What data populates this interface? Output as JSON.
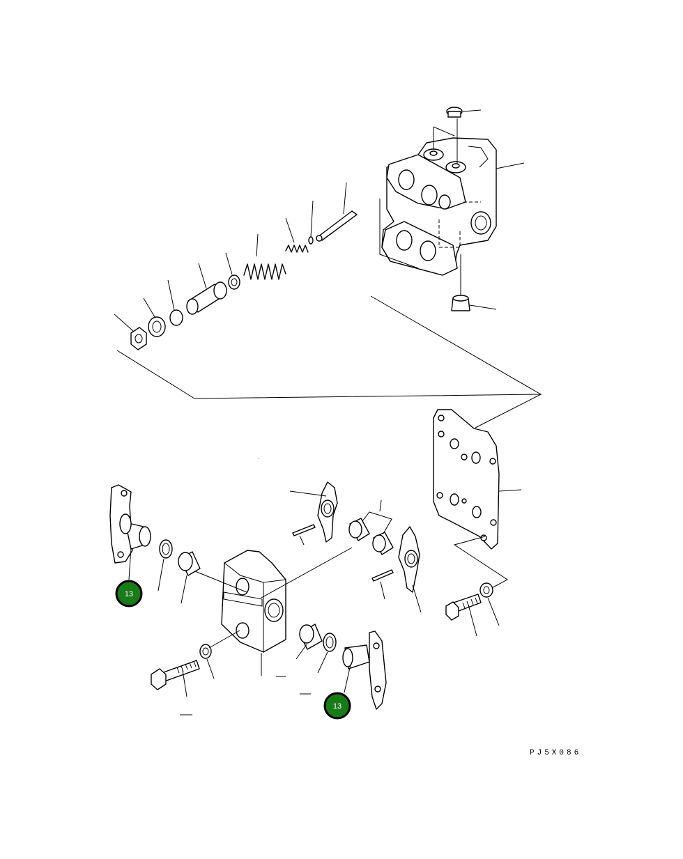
{
  "callouts": [
    {
      "label": "13"
    },
    {
      "label": "13"
    }
  ],
  "drawing_code": "PJ5X086"
}
